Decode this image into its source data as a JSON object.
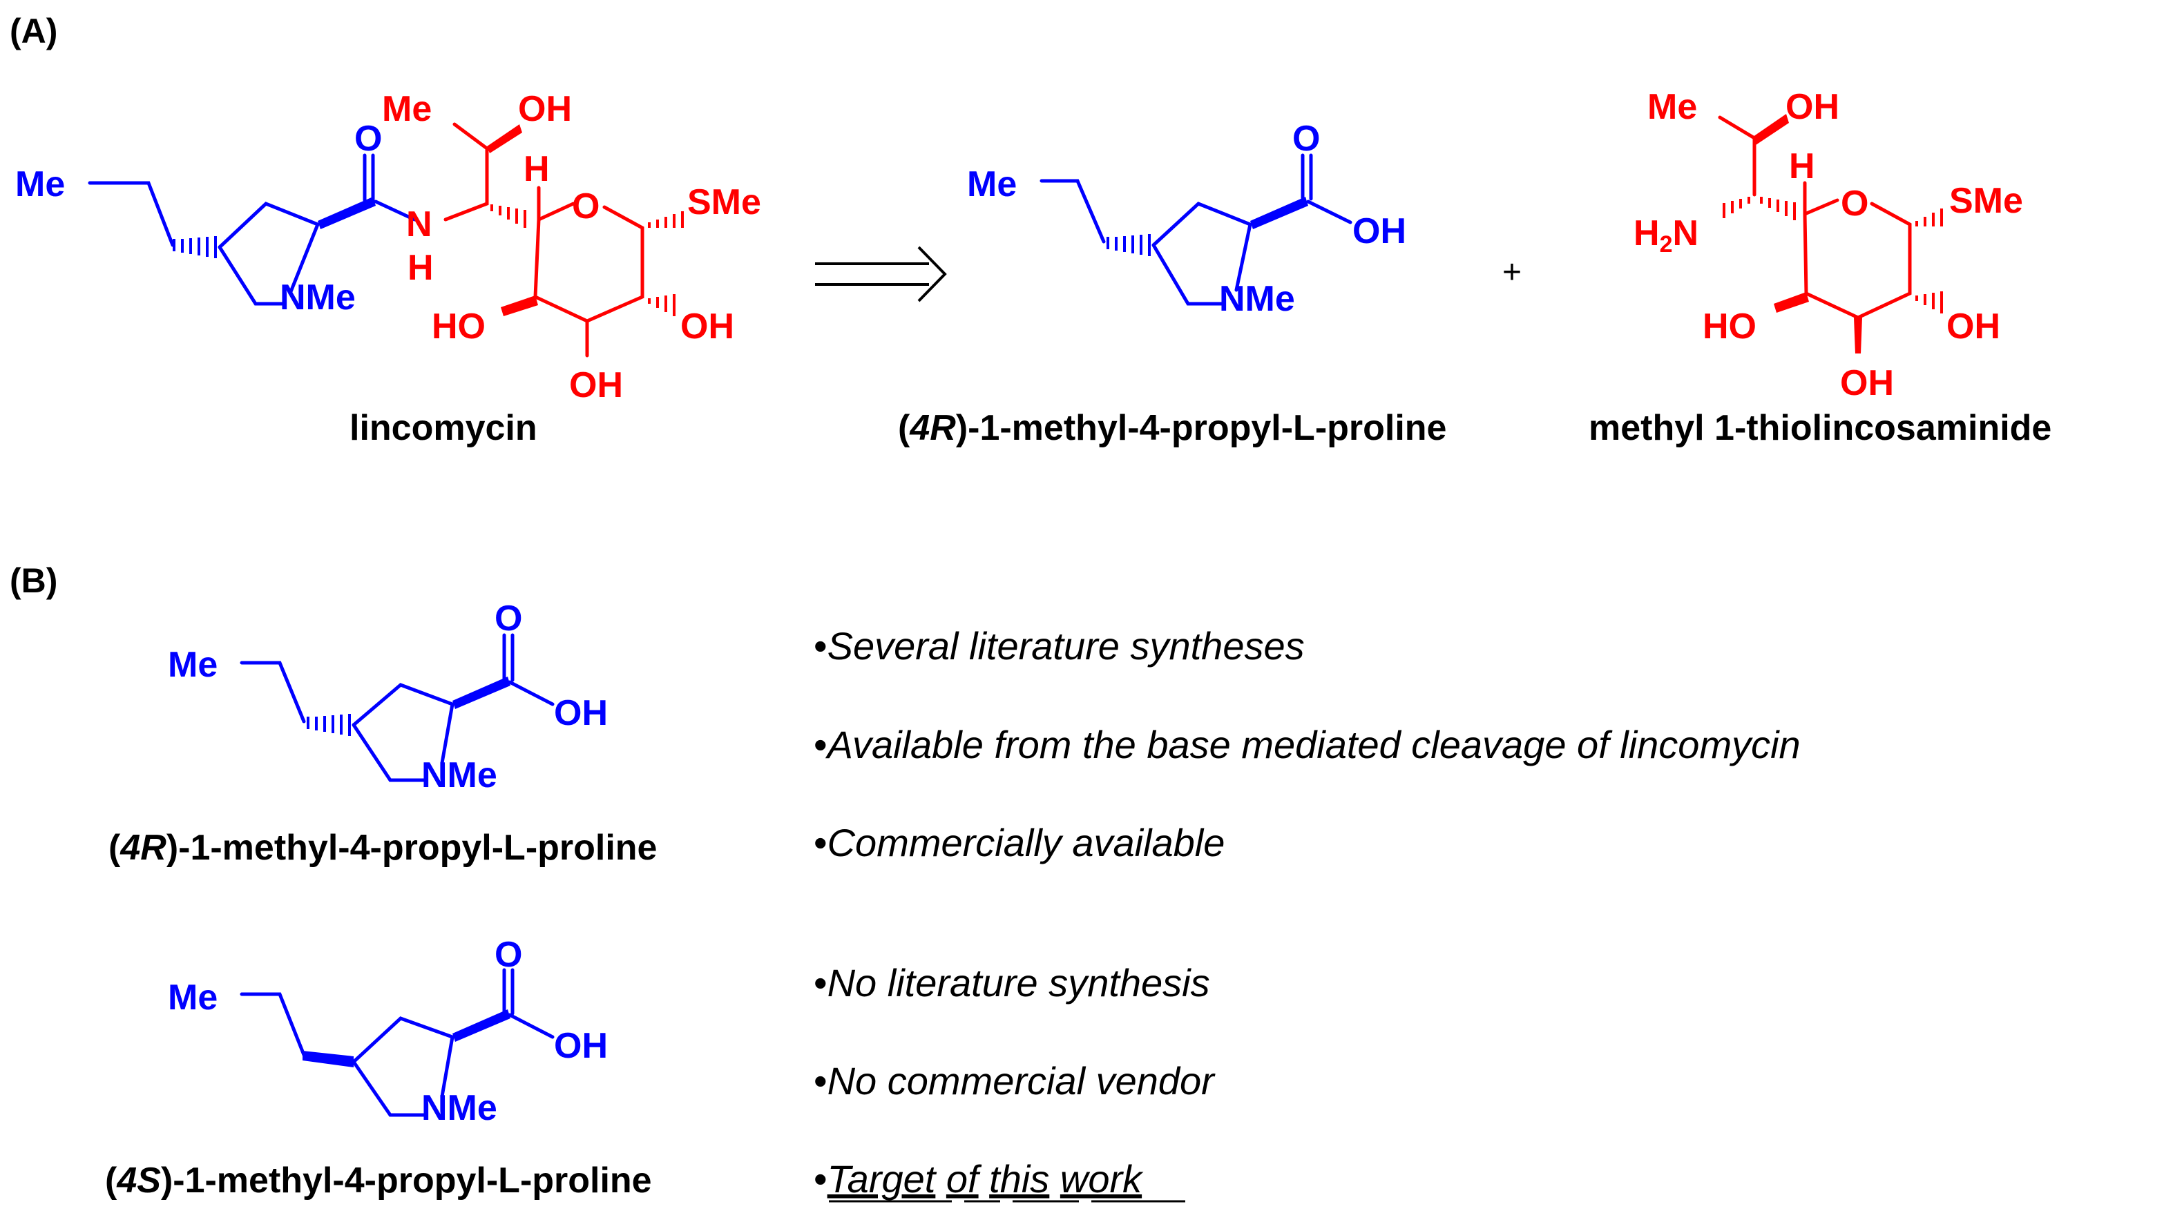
{
  "panels": {
    "a": "(A)",
    "b": "(B)"
  },
  "panel_a": {
    "lincomycin_label": "lincomycin",
    "proline_label_prefix": "(",
    "proline_label_stereo": "4R",
    "proline_label_suffix": ")-1-methyl-4-propyl-L-proline",
    "plus": "+",
    "sugar_label": "methyl 1-thiolincosaminide"
  },
  "panel_b": {
    "compound_4r": {
      "label_prefix": "(",
      "label_stereo": "4R",
      "label_suffix": ")-1-methyl-4-propyl-L-proline",
      "notes": [
        "Several literature syntheses",
        "Available from the base mediated cleavage of lincomycin",
        "Commercially available"
      ]
    },
    "compound_4s": {
      "label_prefix": "(",
      "label_stereo": "4S",
      "label_suffix": ")-1-methyl-4-propyl-L-proline",
      "notes": [
        "No literature synthesis",
        "No commercial vendor"
      ],
      "target_words": [
        "Target",
        "of",
        "this",
        "work"
      ]
    }
  },
  "atoms": {
    "me": "Me",
    "oh": "OH",
    "o": "O",
    "n": "N",
    "h": "H",
    "nme": "NMe",
    "sme": "SMe",
    "ho": "HO",
    "h2n_h": "H",
    "h2n_2": "2",
    "h2n_n": "N"
  },
  "bullet_char": "•",
  "colors": {
    "proline": "#0000ff",
    "sugar": "#ff0000",
    "text": "#000000"
  }
}
